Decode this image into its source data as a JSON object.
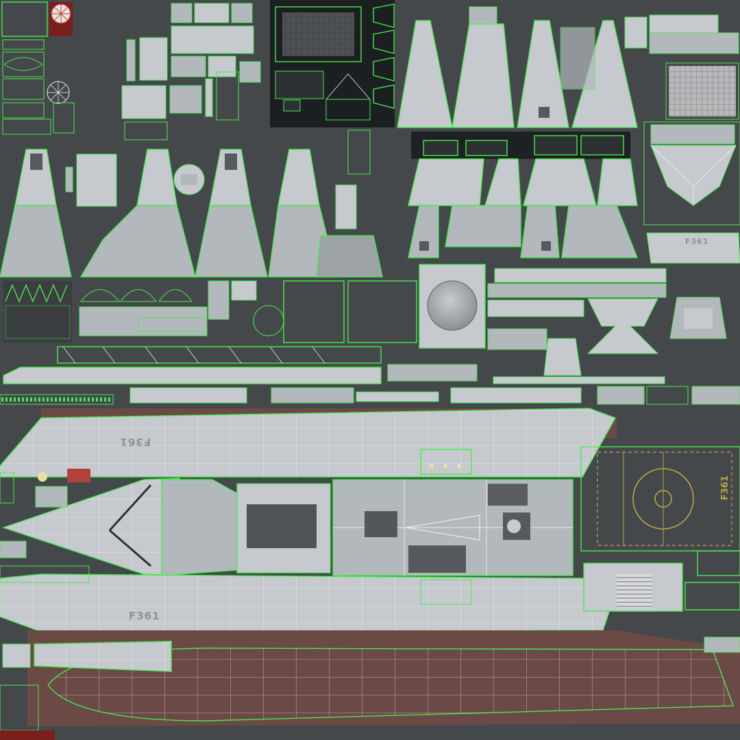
{
  "texture": {
    "background_color": "#45484b",
    "seam_color": "#49e84f",
    "wire_color": "#f4f4f4",
    "hull_color": "#6b4a45",
    "deck_color": "#c6cacf",
    "helipad_marking_color": "#b8a64a"
  },
  "labels": {
    "upper_hull_marking": "F361",
    "lower_hull_marking": "F361",
    "helipad_marking": "F361",
    "stern_strip_marking": "F361"
  }
}
